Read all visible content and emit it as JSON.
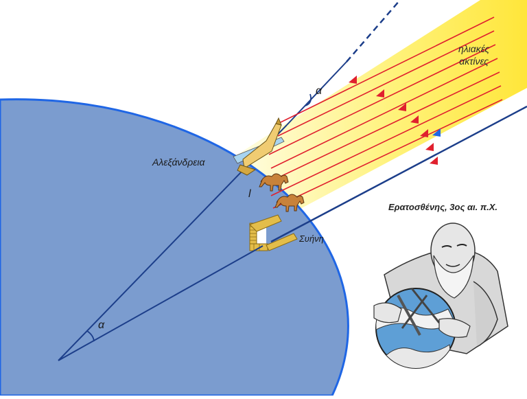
{
  "labels": {
    "alexandria": "Αλεξάνδρεια",
    "syene": "Συήνη",
    "arc_length": "l",
    "angle_top": "α",
    "angle_center": "α",
    "sun_rays_line1": "ηλιακές",
    "sun_rays_line2": "ακτίνες",
    "eratosthenes": "Ερατοσθένης, 3ος αι. π.Χ."
  },
  "colors": {
    "earth_fill": "#7b9ccf",
    "earth_outline": "#1f66e5",
    "geometry_lines": "#1c3e8a",
    "sun_rays": "#e0202e",
    "sunlight_band": "#ffe84a",
    "brick": "#e3bd4a"
  },
  "icons": [
    "obelisk-icon",
    "camel-icon",
    "well-icon",
    "eratosthenes-portrait-icon",
    "globe-icon"
  ]
}
